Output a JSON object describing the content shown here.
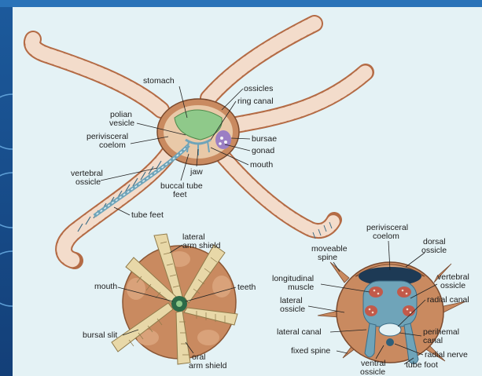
{
  "colors": {
    "background": "#e4f2f5",
    "frame": "#1c5a9c",
    "body": "#c98a60",
    "arm_light": "#f3dccb",
    "arm_band": "#b46b45",
    "stomach": "#8fc98a",
    "bursae": "#9b7fc4",
    "canal": "#6fa4b9"
  },
  "labels": {
    "stomach": "stomach",
    "ossicles": "ossicles",
    "ring_canal": "ring canal",
    "polian_vesicle_1": "polian",
    "polian_vesicle_2": "vesicle",
    "perivisceral_coelom_1": "perivisceral",
    "perivisceral_coelom_2": "coelom",
    "bursae": "bursae",
    "gonad": "gonad",
    "mouth": "mouth",
    "jaw": "jaw",
    "vertebral_ossicle_1": "vertebral",
    "vertebral_ossicle_2": "ossicle",
    "buccal_tube_feet_1": "buccal tube",
    "buccal_tube_feet_2": "feet",
    "tube_feet": "tube feet",
    "lateral_arm_shield_1": "lateral",
    "lateral_arm_shield_2": "arm shield",
    "oral_mouth": "mouth",
    "teeth": "teeth",
    "bursal_slit": "bursal slit",
    "oral_arm_shield_1": "oral",
    "oral_arm_shield_2": "arm shield",
    "cs_perivisceral_coelom_1": "perivisceral",
    "cs_perivisceral_coelom_2": "coelom",
    "moveable_spine_1": "moveable",
    "moveable_spine_2": "spine",
    "dorsal_ossicle_1": "dorsal",
    "dorsal_ossicle_2": "ossicle",
    "longitudinal_muscle_1": "longitudinal",
    "longitudinal_muscle_2": "muscle",
    "cs_vertebral_ossicle_1": "vertebral",
    "cs_vertebral_ossicle_2": "ossicle",
    "lateral_ossicle_1": "lateral",
    "lateral_ossicle_2": "ossicle",
    "radial_canal": "radial canal",
    "lateral_canal": "lateral canal",
    "perihemal_canal_1": "perihemal",
    "perihemal_canal_2": "canal",
    "fixed_spine": "fixed spine",
    "radial_nerve": "radial nerve",
    "ventral_ossicle_1": "ventral",
    "ventral_ossicle_2": "ossicle",
    "tube_foot": "tube foot"
  }
}
